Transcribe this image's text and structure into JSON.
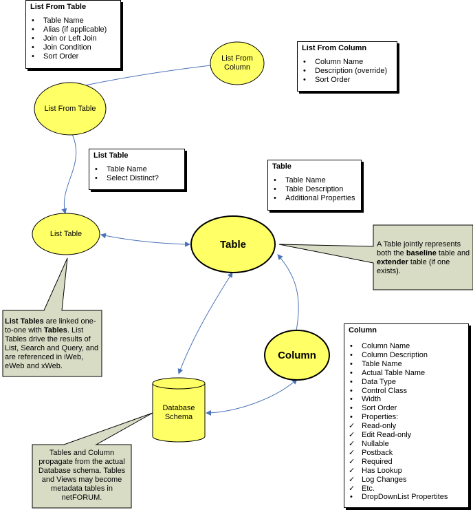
{
  "boxes": {
    "list_from_table": {
      "title": "List From Table",
      "items": [
        "Table Name",
        "Alias (if applicable)",
        "Join or Left Join",
        "Join Condition",
        "Sort Order"
      ]
    },
    "list_from_column": {
      "title": "List From Column",
      "items": [
        "Column Name",
        "Description (override)",
        "Sort Order"
      ]
    },
    "list_table": {
      "title": "List Table",
      "items": [
        "Table Name",
        "Select Distinct?"
      ]
    },
    "table": {
      "title": "Table",
      "items": [
        "Table Name",
        "Table Description",
        "Additional Properties"
      ]
    },
    "column": {
      "title": "Column",
      "bullet_items": [
        "Column Name",
        "Column Description",
        "Table Name",
        "Actual Table Name",
        "Data Type",
        "Control Class",
        "Width",
        "Sort Order",
        "Properties:"
      ],
      "check_items": [
        "Read-only",
        "Edit Read-only",
        "Nullable",
        "Postback",
        "Required",
        "Has Lookup",
        "Log Changes",
        "Etc."
      ],
      "last_bullet": "DropDownList Propertites"
    }
  },
  "nodes": {
    "list_from_column": "List From Column",
    "list_from_table": "List From Table",
    "list_table": "List Table",
    "table": "Table",
    "column": "Column",
    "database_schema": "Database Schema"
  },
  "notes": {
    "table": {
      "line1": "A Table jointly represents",
      "line2_pre": "both the ",
      "line2_bold": "baseline",
      "line2_post": " table and",
      "line3_bold": "extender",
      "line3_post": " table (if one",
      "line4": "exists)."
    },
    "list_tables": {
      "p1_bold": "List Tables",
      "p1_a": " are linked one-",
      "p1_b": "to-one with ",
      "p1_bold2": "Tables",
      "p1_c": ".  List",
      "line3": "Tables drive the results of",
      "line4": "List, Search and Query, and",
      "line5": "are referenced in iWeb,",
      "line6": "eWeb and xWeb."
    },
    "database": {
      "line1": "Tables and Column",
      "line2": "propagate from the actual",
      "line3": "Database schema.  Tables",
      "line4": "and Views may become",
      "line5": "metadata tables in",
      "line6": "netFORUM."
    }
  },
  "colors": {
    "node_fill": "#ffff66",
    "callout_fill": "#d8dcc5",
    "arrow": "#4a72b8"
  }
}
